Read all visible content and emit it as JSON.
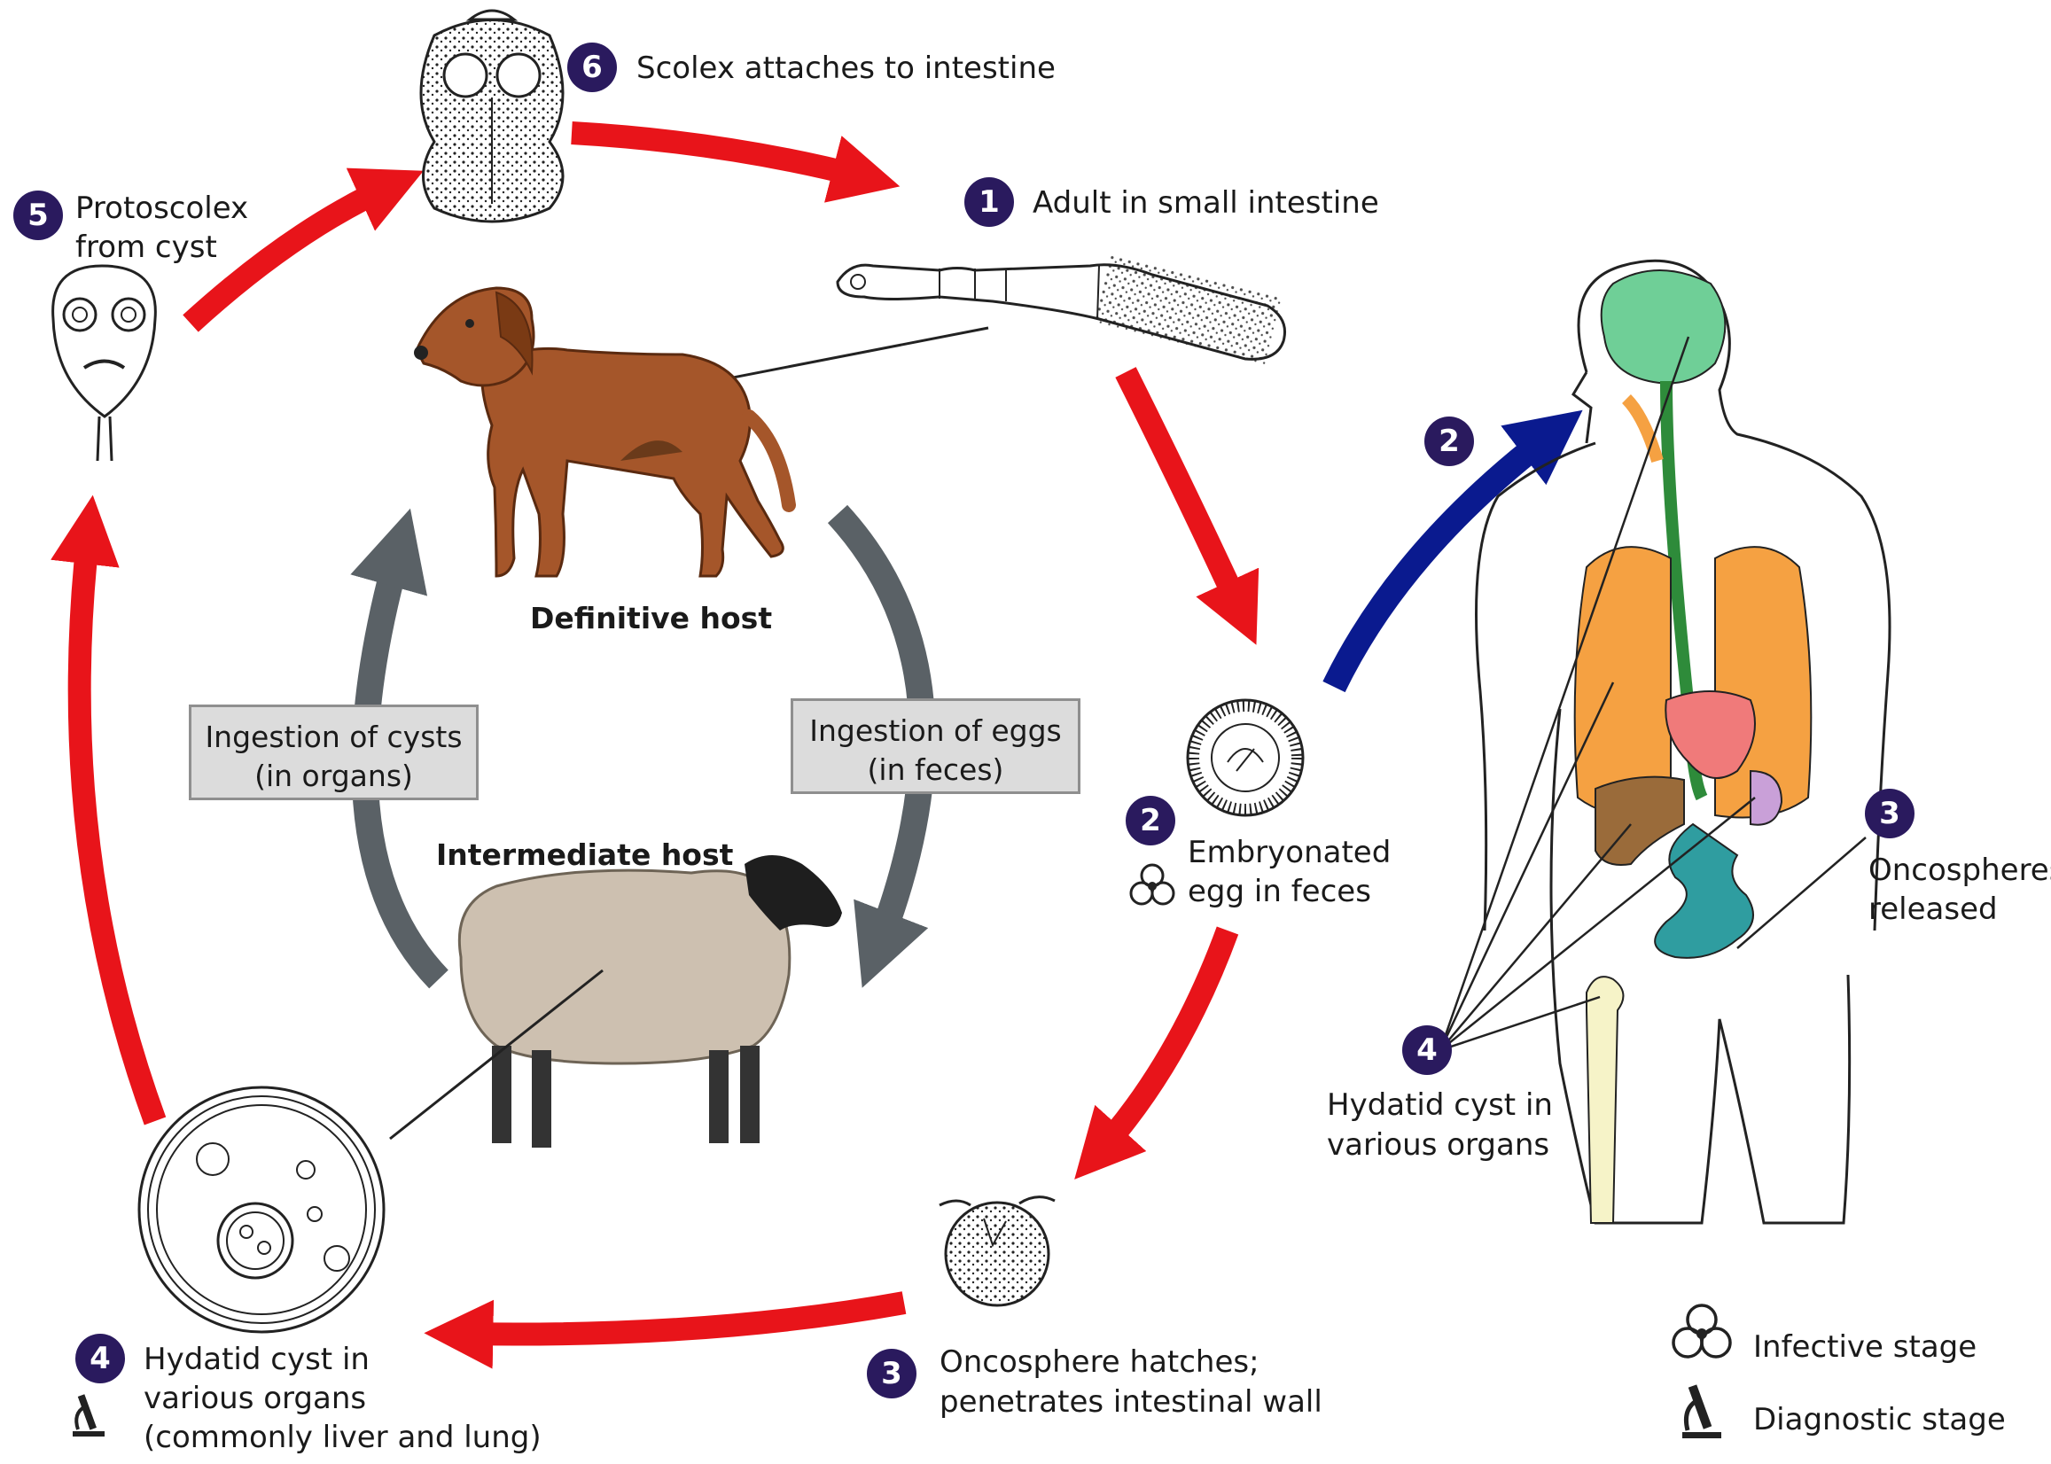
{
  "steps": {
    "s1": {
      "num": "1",
      "label": "Adult in small intestine"
    },
    "s2": {
      "num": "2",
      "line1": "Embryonated",
      "line2": "egg in feces"
    },
    "s3": {
      "num": "3",
      "line1": "Oncosphere hatches;",
      "line2": "penetrates intestinal wall"
    },
    "s4": {
      "num": "4",
      "line1": "Hydatid cyst in",
      "line2": "various organs",
      "line3": "(commonly liver and lung)"
    },
    "s5": {
      "num": "5",
      "line1": "Protoscolex",
      "line2": "from cyst"
    },
    "s6": {
      "num": "6",
      "label": "Scolex attaches to intestine"
    }
  },
  "human": {
    "s2_num": "2",
    "s3": {
      "num": "3",
      "line1": "Oncospheres",
      "line2": "released"
    },
    "s4": {
      "num": "4",
      "line1": "Hydatid cyst in",
      "line2": "various organs"
    }
  },
  "hosts": {
    "definitive": "Definitive host",
    "intermediate": "Intermediate host"
  },
  "boxes": {
    "cysts": {
      "line1": "Ingestion of cysts",
      "line2": "(in organs)"
    },
    "eggs": {
      "line1": "Ingestion of eggs",
      "line2": "(in feces)"
    }
  },
  "legend": {
    "infective": "Infective stage",
    "diagnostic": "Diagnostic stage"
  },
  "colors": {
    "cycle_arrow": "#e8141a",
    "human_arrow": "#0a1a8f",
    "host_arrow": "#5a6166",
    "badge": "#2a1a5e",
    "brain": "#6fcf97",
    "lung": "#f5a142",
    "heart": "#f07a7a",
    "liver": "#9a6b3a",
    "intestine": "#2f9da0",
    "bone": "#f6f3c8",
    "esophagus": "#2e8b3a",
    "stomach": "#c9a0d8",
    "dog": "#a5562a",
    "sheep": "#cdc0b0"
  }
}
